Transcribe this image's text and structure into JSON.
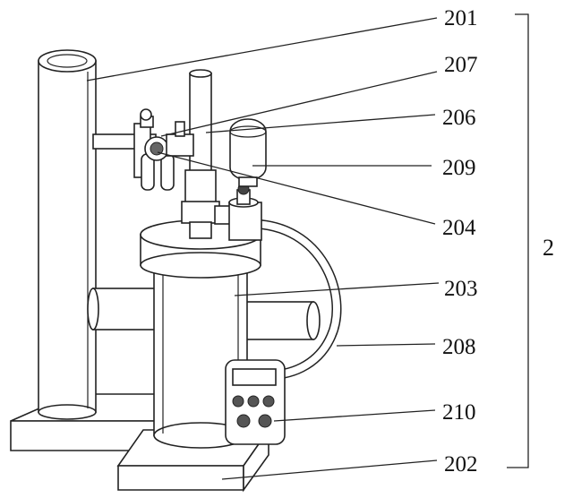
{
  "labels": {
    "l201": "201",
    "l207": "207",
    "l206": "206",
    "l209": "209",
    "l204": "204",
    "l203": "203",
    "l208": "208",
    "l210": "210",
    "l202": "202",
    "group": "2"
  }
}
